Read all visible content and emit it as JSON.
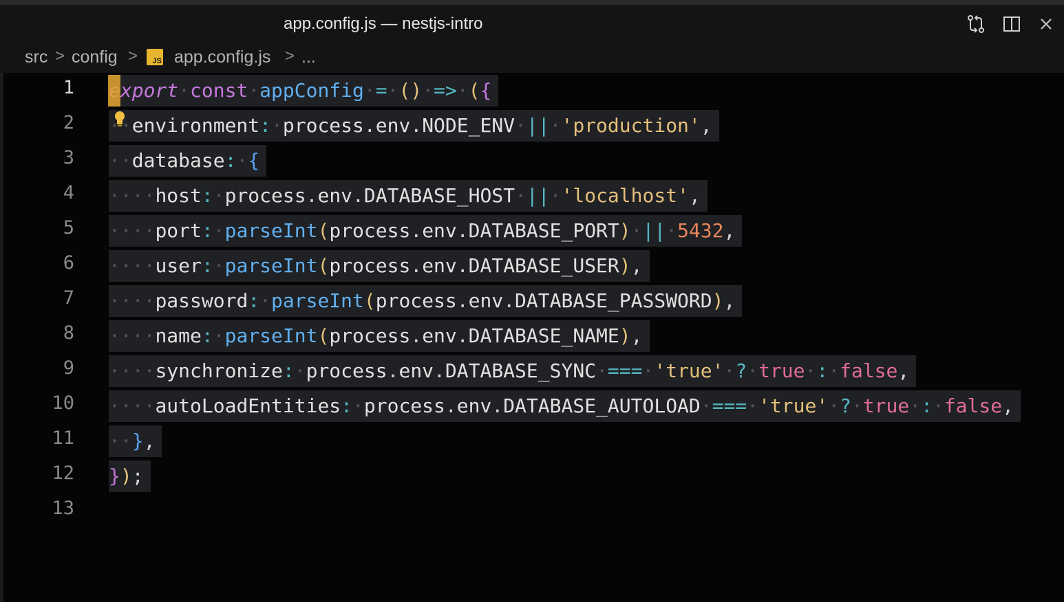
{
  "window": {
    "title": "app.config.js — nestjs-intro",
    "icons": [
      "compare-changes-icon",
      "split-editor-icon",
      "close-icon"
    ]
  },
  "breadcrumb": {
    "items": [
      "src",
      "config",
      "app.config.js",
      "..."
    ],
    "separator": ">",
    "file_badge": "JS"
  },
  "editor": {
    "line_numbers": [
      "1",
      "2",
      "3",
      "4",
      "5",
      "6",
      "7",
      "8",
      "9",
      "10",
      "11",
      "12",
      "13"
    ],
    "current_line": "1",
    "lines": [
      "export const appConfig = () => ({",
      "  environment: process.env.NODE_ENV || 'production',",
      "  database: {",
      "    host: process.env.DATABASE_HOST || 'localhost',",
      "    port: parseInt(process.env.DATABASE_PORT) || 5432,",
      "    user: parseInt(process.env.DATABASE_USER),",
      "    password: parseInt(process.env.DATABASE_PASSWORD),",
      "    name: parseInt(process.env.DATABASE_NAME),",
      "    synchronize: process.env.DATABASE_SYNC === 'true' ? true : false,",
      "    autoLoadEntities: process.env.DATABASE_AUTOLOAD === 'true' ? true : false,",
      "  },",
      "});",
      ""
    ]
  },
  "colors": {
    "keyword": "#c678dd",
    "function": "#61afef",
    "string": "#e5c07b",
    "number": "#e8855a",
    "boolean": "#e06c9a",
    "operator": "#56b6c2",
    "cursor": "#e5a530"
  }
}
